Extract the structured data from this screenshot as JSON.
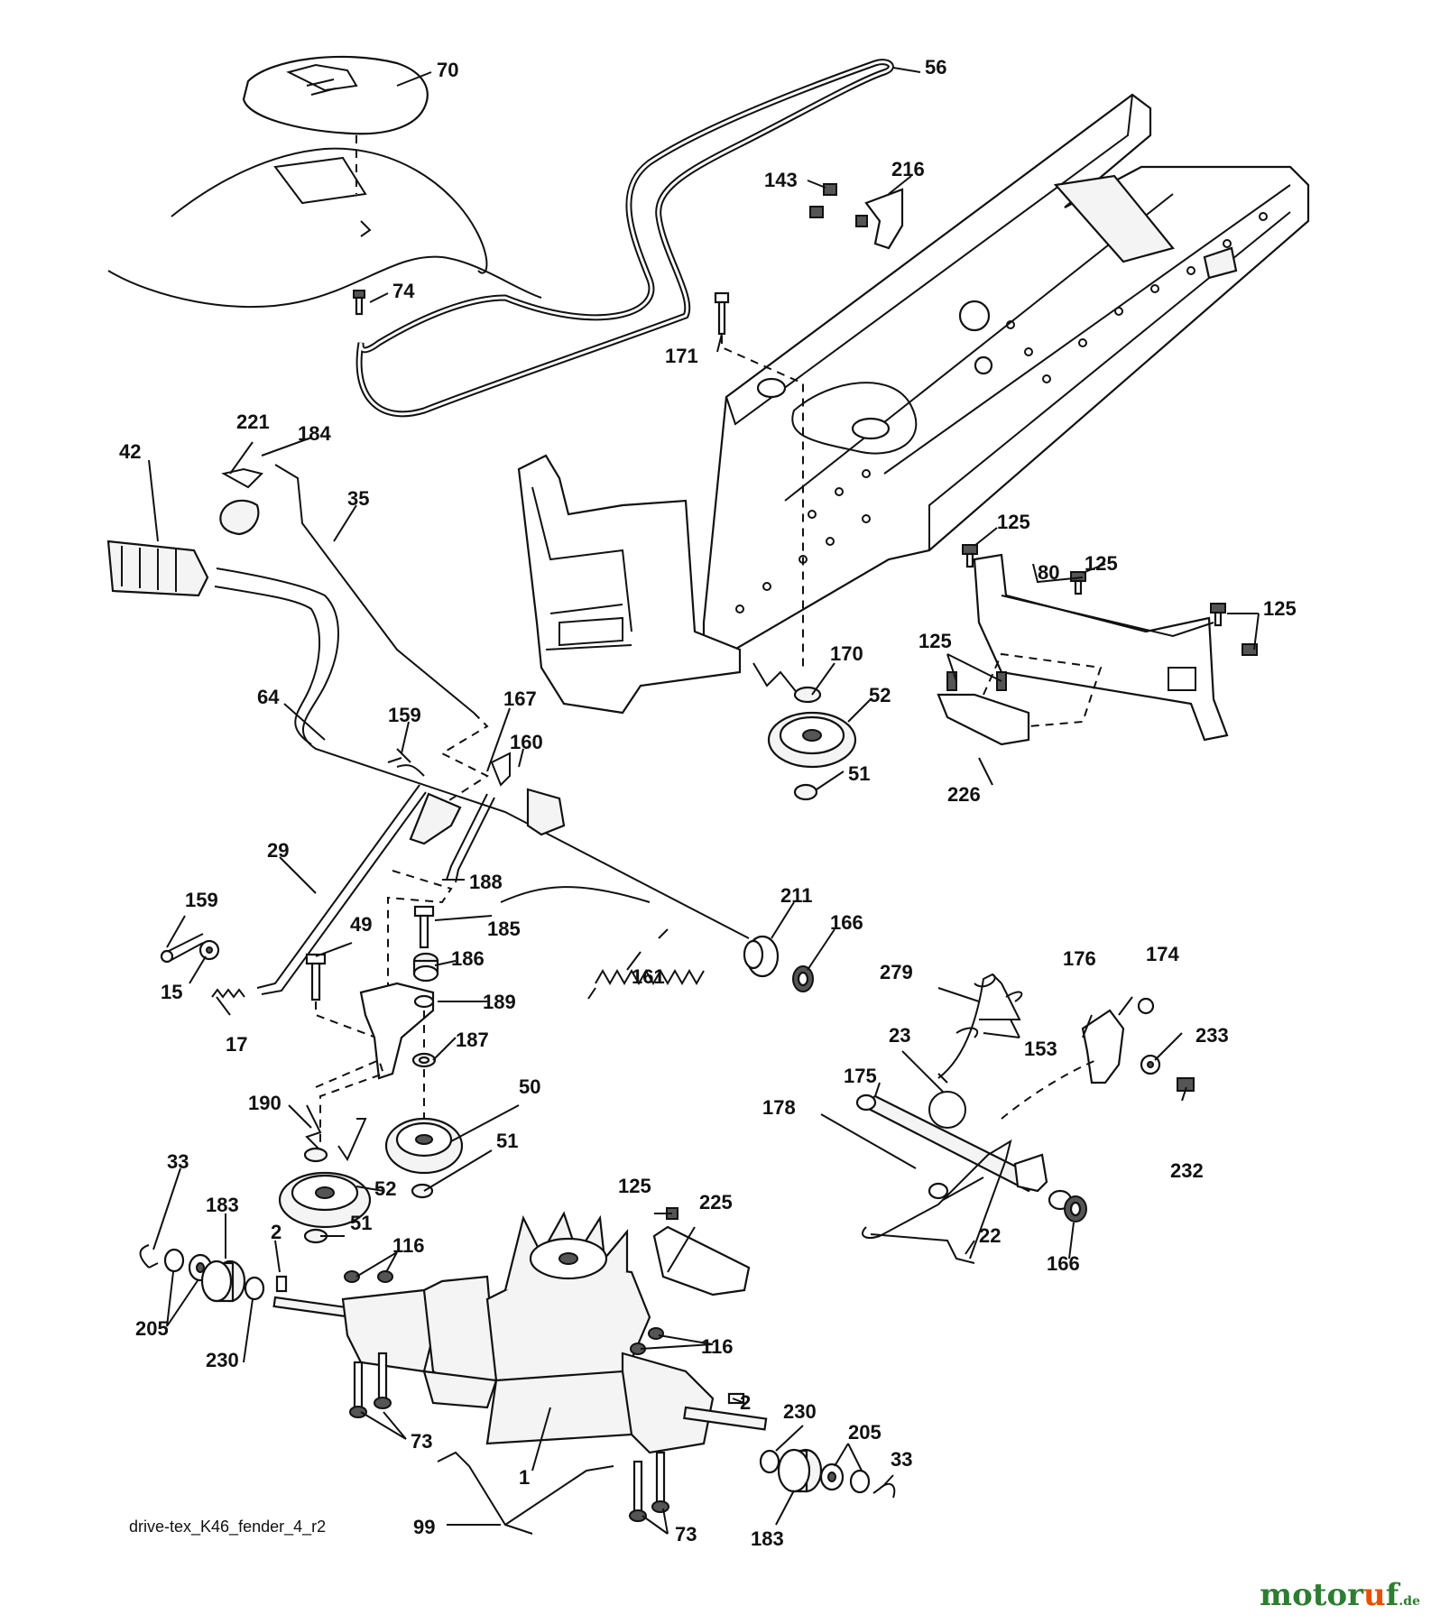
{
  "diagram": {
    "caption": "drive-tex_K46_fender_4_r2",
    "watermark": {
      "prefix": "motor",
      "accent": "u",
      "suffix": "f",
      "tld": ".de"
    },
    "colors": {
      "ink": "#111111",
      "watermark_green": "#2e7d32",
      "watermark_orange": "#e65100"
    },
    "callouts": [
      "70",
      "56",
      "143",
      "216",
      "74",
      "171",
      "221",
      "184",
      "42",
      "35",
      "125",
      "80",
      "125",
      "125",
      "125",
      "170",
      "52",
      "64",
      "159",
      "167",
      "160",
      "51",
      "226",
      "29",
      "188",
      "211",
      "166",
      "159",
      "185",
      "49",
      "186",
      "161",
      "15",
      "189",
      "279",
      "176",
      "174",
      "17",
      "187",
      "23",
      "153",
      "233",
      "175",
      "50",
      "190",
      "178",
      "51",
      "33",
      "52",
      "232",
      "125",
      "225",
      "183",
      "51",
      "2",
      "116",
      "22",
      "205",
      "166",
      "230",
      "116",
      "2",
      "230",
      "73",
      "205",
      "33",
      "1",
      "99",
      "73",
      "183"
    ]
  }
}
